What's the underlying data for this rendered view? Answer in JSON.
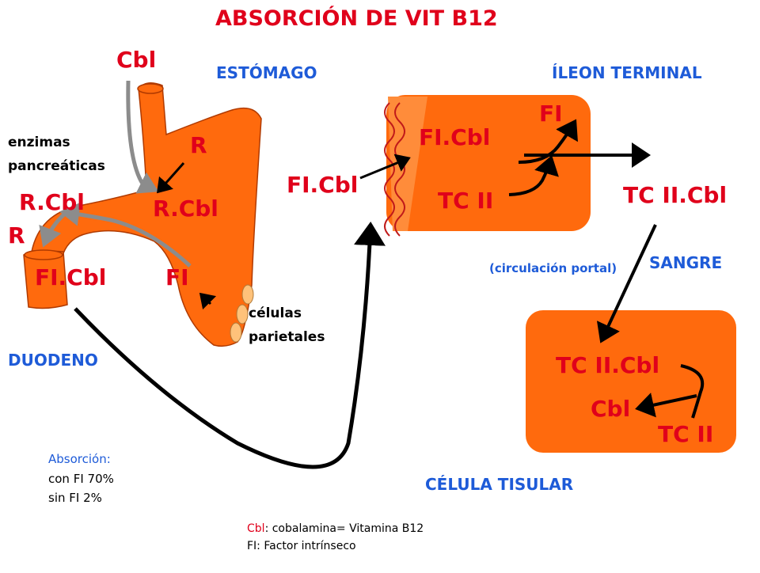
{
  "title": "ABSORCIÓN DE VIT B12",
  "colors": {
    "organ": "#ff6a0d",
    "organ_edge": "#b03a00",
    "red": "#e0001b",
    "blue": "#1e5bd8",
    "gray_arrow": "#8c8c8c"
  },
  "organs": {
    "estomago": "ESTÓMAGO",
    "ileon": "ÍLEON TERMINAL",
    "duodeno": "DUODENO",
    "sangre": "SANGRE",
    "celula": "CÉLULA TISULAR"
  },
  "labels": {
    "cbl_top": "Cbl",
    "r_stomach": "R",
    "rcbl_stomach": "R.Cbl",
    "fi_stomach": "FI",
    "rcbl_duo": "R.Cbl",
    "r_duo": "R",
    "ficbl_duo": "FI.Cbl",
    "enzimas_1": "enzimas",
    "enzimas_2": "pancreáticas",
    "parietales_1": "células",
    "parietales_2": "parietales",
    "ficbl_ileon_in": "FI.Cbl",
    "ficbl_ileon": "FI.Cbl",
    "fi_ileon": "FI",
    "tc2_ileon": "TC II",
    "tc2cbl_out": "TC II.Cbl",
    "circulacion": "(circulación portal)",
    "tc2cbl_cell": "TC II.Cbl",
    "cbl_cell": "Cbl",
    "tc2_cell": "TC II"
  },
  "absorcion": {
    "title": "Absorción:",
    "con": "con FI  70%",
    "sin": "sin  FI   2%"
  },
  "legend": {
    "cbl_key": "Cbl",
    "cbl_desc": ": cobalamina= Vitamina B12",
    "fi_line": "FI: Factor intrínseco"
  }
}
